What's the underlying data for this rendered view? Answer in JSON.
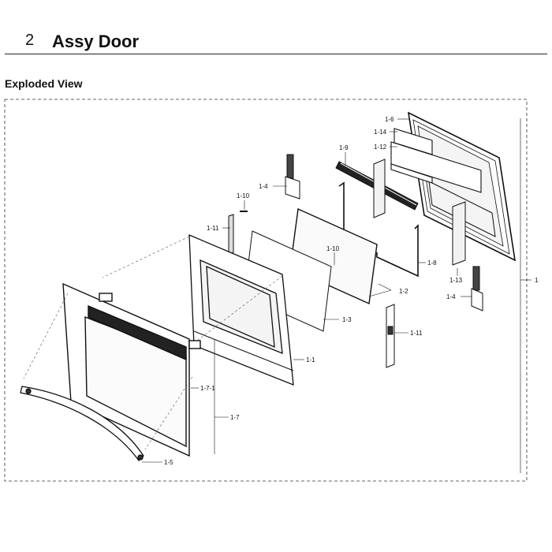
{
  "header": {
    "section_number": "2",
    "section_title": "Assy Door"
  },
  "view_title": "Exploded View",
  "callouts": {
    "c1_6": "1-6",
    "c1_14": "1-14",
    "c1_12": "1-12",
    "c1_9": "1-9",
    "c1_4_top": "1-4",
    "c1_10_top": "1-10",
    "c1_11_left": "1-11",
    "c1_10_mid": "1-10",
    "c1_8": "1-8",
    "c1_13": "1-13",
    "c1_2": "1-2",
    "c1_4_right": "1-4",
    "c1": "1",
    "c1_3": "1-3",
    "c1_11_right": "1-11",
    "c1_1": "1-1",
    "c1_7_1": "1-7-1",
    "c1_7": "1-7",
    "c1_5": "1-5"
  }
}
